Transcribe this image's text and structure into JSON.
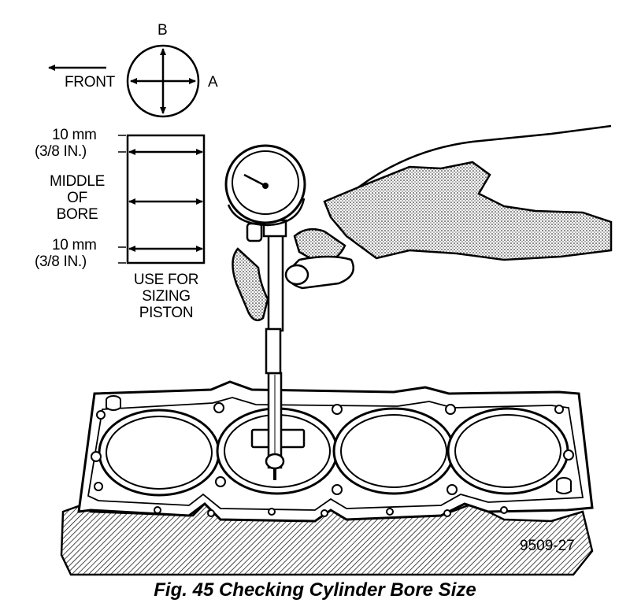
{
  "compass": {
    "top": "B",
    "right": "A",
    "direction": "FRONT"
  },
  "bore": {
    "upper_measure": "10 mm",
    "upper_measure_in": "(3/8 IN.)",
    "middle_line1": "MIDDLE",
    "middle_line2": "OF",
    "middle_line3": "BORE",
    "lower_measure": "10 mm",
    "lower_measure_in": "(3/8 IN.)",
    "note_line1": "USE FOR",
    "note_line2": "SIZING",
    "note_line3": "PISTON"
  },
  "figure_number": "9509-27",
  "caption": "Fig. 45 Checking Cylinder Bore Size",
  "colors": {
    "ink": "#000000",
    "paper": "#ffffff"
  }
}
